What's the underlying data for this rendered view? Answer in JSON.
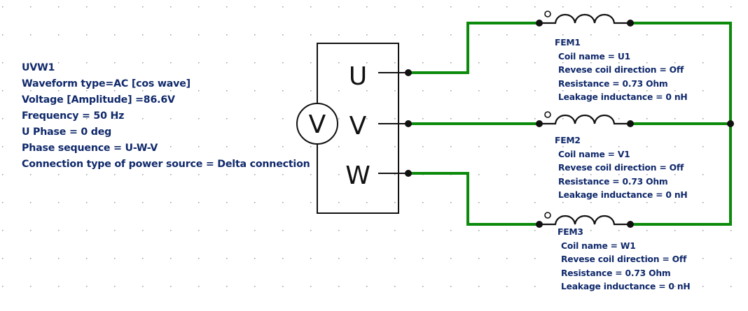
{
  "source": {
    "name": "UVW1",
    "properties": [
      "Waveform type=AC [cos wave]",
      "Voltage [Amplitude] =86.6V",
      "Frequency = 50 Hz",
      "U Phase = 0 deg",
      "Phase sequence = U-W-V",
      "Connection type of power source = Delta connection"
    ],
    "symbol_letter": "V",
    "terminals": [
      "U",
      "V",
      "W"
    ]
  },
  "coils": [
    {
      "name": "FEM1",
      "properties": [
        "Coil name = U1",
        "Revese coil direction = Off",
        "Resistance = 0.73 Ohm",
        "Leakage inductance = 0 nH"
      ]
    },
    {
      "name": "FEM2",
      "properties": [
        "Coil name = V1",
        "Revese coil direction = Off",
        "Resistance = 0.73 Ohm",
        "Leakage inductance = 0 nH"
      ]
    },
    {
      "name": "FEM3",
      "properties": [
        "Coil name = W1",
        "Revese coil direction = Off",
        "Resistance = 0.73 Ohm",
        "Leakage inductance = 0 nH"
      ]
    }
  ],
  "colors": {
    "wire": "#0b8a0b",
    "text": "#10296b",
    "component": "#111111",
    "grid_dot": "#9a9a9a"
  }
}
